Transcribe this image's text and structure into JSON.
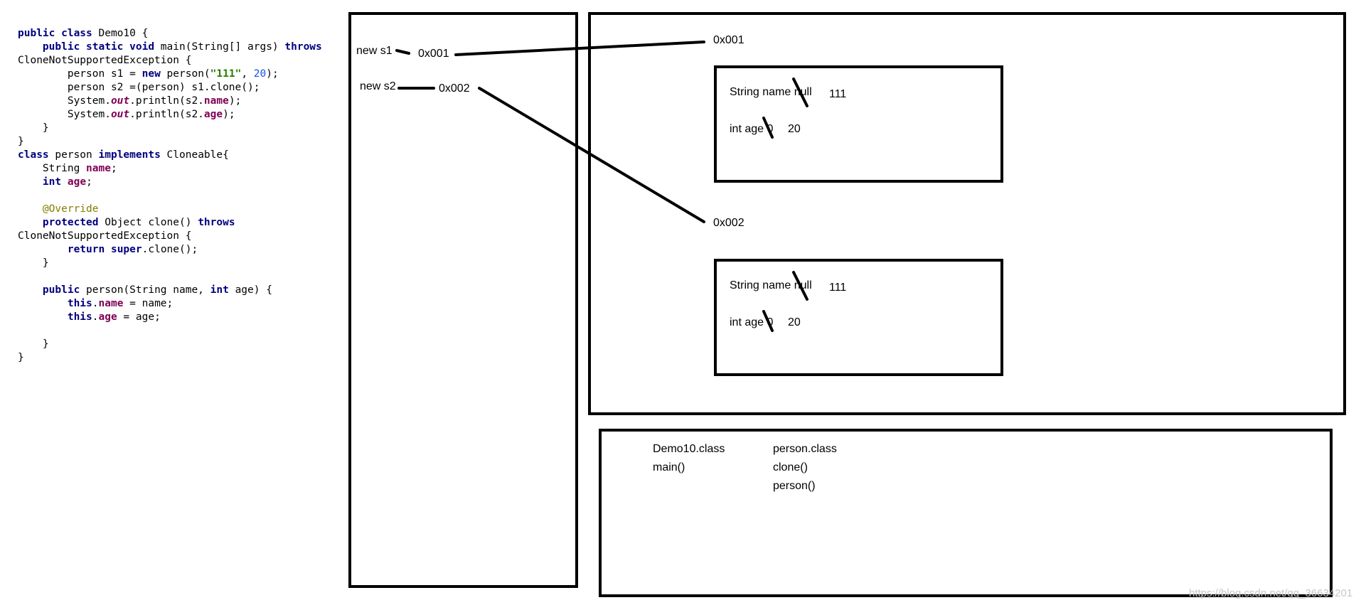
{
  "code": {
    "lines": [
      [
        {
          "t": "public class",
          "c": "kw"
        },
        {
          "t": " Demo10 {",
          "c": "txt"
        }
      ],
      [
        {
          "t": "    ",
          "c": "txt"
        },
        {
          "t": "public static void",
          "c": "kw"
        },
        {
          "t": " main(String[] args) ",
          "c": "txt"
        },
        {
          "t": "throws",
          "c": "kw"
        }
      ],
      [
        {
          "t": "CloneNotSupportedException {",
          "c": "txt"
        }
      ],
      [
        {
          "t": "        person s1 = ",
          "c": "txt"
        },
        {
          "t": "new",
          "c": "kw"
        },
        {
          "t": " person(",
          "c": "txt"
        },
        {
          "t": "\"111\"",
          "c": "str"
        },
        {
          "t": ", ",
          "c": "txt"
        },
        {
          "t": "20",
          "c": "num"
        },
        {
          "t": ");",
          "c": "txt"
        }
      ],
      [
        {
          "t": "        person s2 =(person) s1.clone();",
          "c": "txt"
        }
      ],
      [
        {
          "t": "        System.",
          "c": "txt"
        },
        {
          "t": "out",
          "c": "fld-i"
        },
        {
          "t": ".println(s2.",
          "c": "txt"
        },
        {
          "t": "name",
          "c": "fld"
        },
        {
          "t": ");",
          "c": "txt"
        }
      ],
      [
        {
          "t": "        System.",
          "c": "txt"
        },
        {
          "t": "out",
          "c": "fld-i"
        },
        {
          "t": ".println(s2.",
          "c": "txt"
        },
        {
          "t": "age",
          "c": "fld"
        },
        {
          "t": ");",
          "c": "txt"
        }
      ],
      [
        {
          "t": "    }",
          "c": "txt"
        }
      ],
      [
        {
          "t": "}",
          "c": "txt"
        }
      ],
      [
        {
          "t": "class",
          "c": "kw"
        },
        {
          "t": " person ",
          "c": "txt"
        },
        {
          "t": "implements",
          "c": "kw"
        },
        {
          "t": " Cloneable{",
          "c": "txt"
        }
      ],
      [
        {
          "t": "    String ",
          "c": "txt"
        },
        {
          "t": "name",
          "c": "fld"
        },
        {
          "t": ";",
          "c": "txt"
        }
      ],
      [
        {
          "t": "    ",
          "c": "txt"
        },
        {
          "t": "int",
          "c": "kw"
        },
        {
          "t": " ",
          "c": "txt"
        },
        {
          "t": "age",
          "c": "fld"
        },
        {
          "t": ";",
          "c": "txt"
        }
      ],
      [
        {
          "t": "",
          "c": "txt"
        }
      ],
      [
        {
          "t": "    ",
          "c": "txt"
        },
        {
          "t": "@Override",
          "c": "ann"
        }
      ],
      [
        {
          "t": "    ",
          "c": "txt"
        },
        {
          "t": "protected",
          "c": "kw"
        },
        {
          "t": " Object clone() ",
          "c": "txt"
        },
        {
          "t": "throws",
          "c": "kw"
        }
      ],
      [
        {
          "t": "CloneNotSupportedException {",
          "c": "txt"
        }
      ],
      [
        {
          "t": "        ",
          "c": "txt"
        },
        {
          "t": "return",
          "c": "kw"
        },
        {
          "t": " ",
          "c": "txt"
        },
        {
          "t": "super",
          "c": "kw"
        },
        {
          "t": ".clone();",
          "c": "txt"
        }
      ],
      [
        {
          "t": "    }",
          "c": "txt"
        }
      ],
      [
        {
          "t": "",
          "c": "txt"
        }
      ],
      [
        {
          "t": "    ",
          "c": "txt"
        },
        {
          "t": "public",
          "c": "kw"
        },
        {
          "t": " person(String name, ",
          "c": "txt"
        },
        {
          "t": "int",
          "c": "kw"
        },
        {
          "t": " age) {",
          "c": "txt"
        }
      ],
      [
        {
          "t": "        ",
          "c": "txt"
        },
        {
          "t": "this",
          "c": "kw"
        },
        {
          "t": ".",
          "c": "txt"
        },
        {
          "t": "name",
          "c": "fld"
        },
        {
          "t": " = name;",
          "c": "txt"
        }
      ],
      [
        {
          "t": "        ",
          "c": "txt"
        },
        {
          "t": "this",
          "c": "kw"
        },
        {
          "t": ".",
          "c": "txt"
        },
        {
          "t": "age",
          "c": "fld"
        },
        {
          "t": " = age;",
          "c": "txt"
        }
      ],
      [
        {
          "t": "",
          "c": "txt"
        }
      ],
      [
        {
          "t": "    }",
          "c": "txt"
        }
      ],
      [
        {
          "t": "}",
          "c": "txt"
        }
      ]
    ]
  },
  "stack": {
    "s1_label": "new s1",
    "s1_addr": "0x001",
    "s2_label": "new s2",
    "s2_addr": "0x002"
  },
  "heap": {
    "obj1": {
      "addr": "0x001",
      "name_field": "String name null",
      "name_value": "111",
      "age_field": "int age 0",
      "age_value": "20"
    },
    "obj2": {
      "addr": "0x002",
      "name_field": "String name null",
      "name_value": "111",
      "age_field": "int age 0",
      "age_value": "20"
    }
  },
  "method_area": {
    "demo_class": "Demo10.class",
    "demo_main": "main()",
    "person_class": "person.class",
    "person_clone": "clone()",
    "person_ctor": "person()"
  },
  "watermark": "https://blog.csdn.net/qq_36634201"
}
